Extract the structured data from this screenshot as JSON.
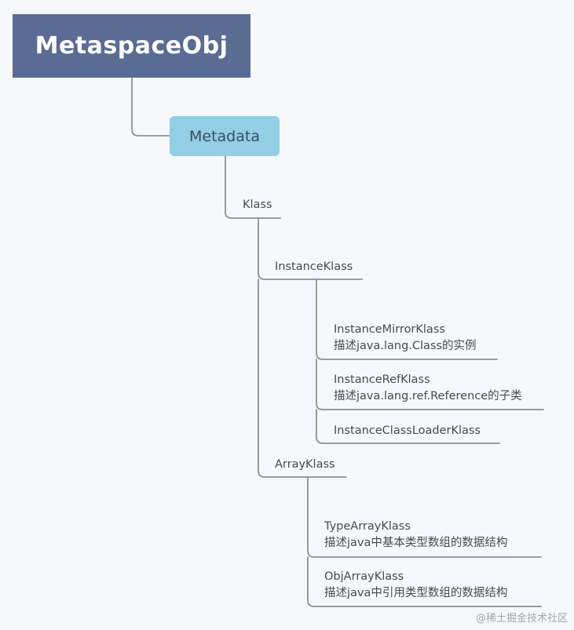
{
  "root": {
    "label": "MetaspaceObj"
  },
  "metadata": {
    "label": "Metadata"
  },
  "klass": {
    "label": "Klass"
  },
  "instance_klass": {
    "label": "InstanceKlass"
  },
  "instance_mirror_klass": {
    "label": "InstanceMirrorKlass",
    "desc": "描述java.lang.Class的实例"
  },
  "instance_ref_klass": {
    "label": "InstanceRefKlass",
    "desc": "描述java.lang.ref.Reference的子类"
  },
  "instance_class_loader_klass": {
    "label": "InstanceClassLoaderKlass"
  },
  "array_klass": {
    "label": "ArrayKlass"
  },
  "type_array_klass": {
    "label": "TypeArrayKlass",
    "desc": "描述java中基本类型数组的数据结构"
  },
  "obj_array_klass": {
    "label": "ObjArrayKlass",
    "desc": "描述java中引用类型数组的数据结构"
  },
  "watermark": {
    "text": "@稀土掘金技术社区"
  },
  "colors": {
    "root_fill": "#5a6b94",
    "metadata_fill": "#93cfe4",
    "line": "#8a9099"
  }
}
